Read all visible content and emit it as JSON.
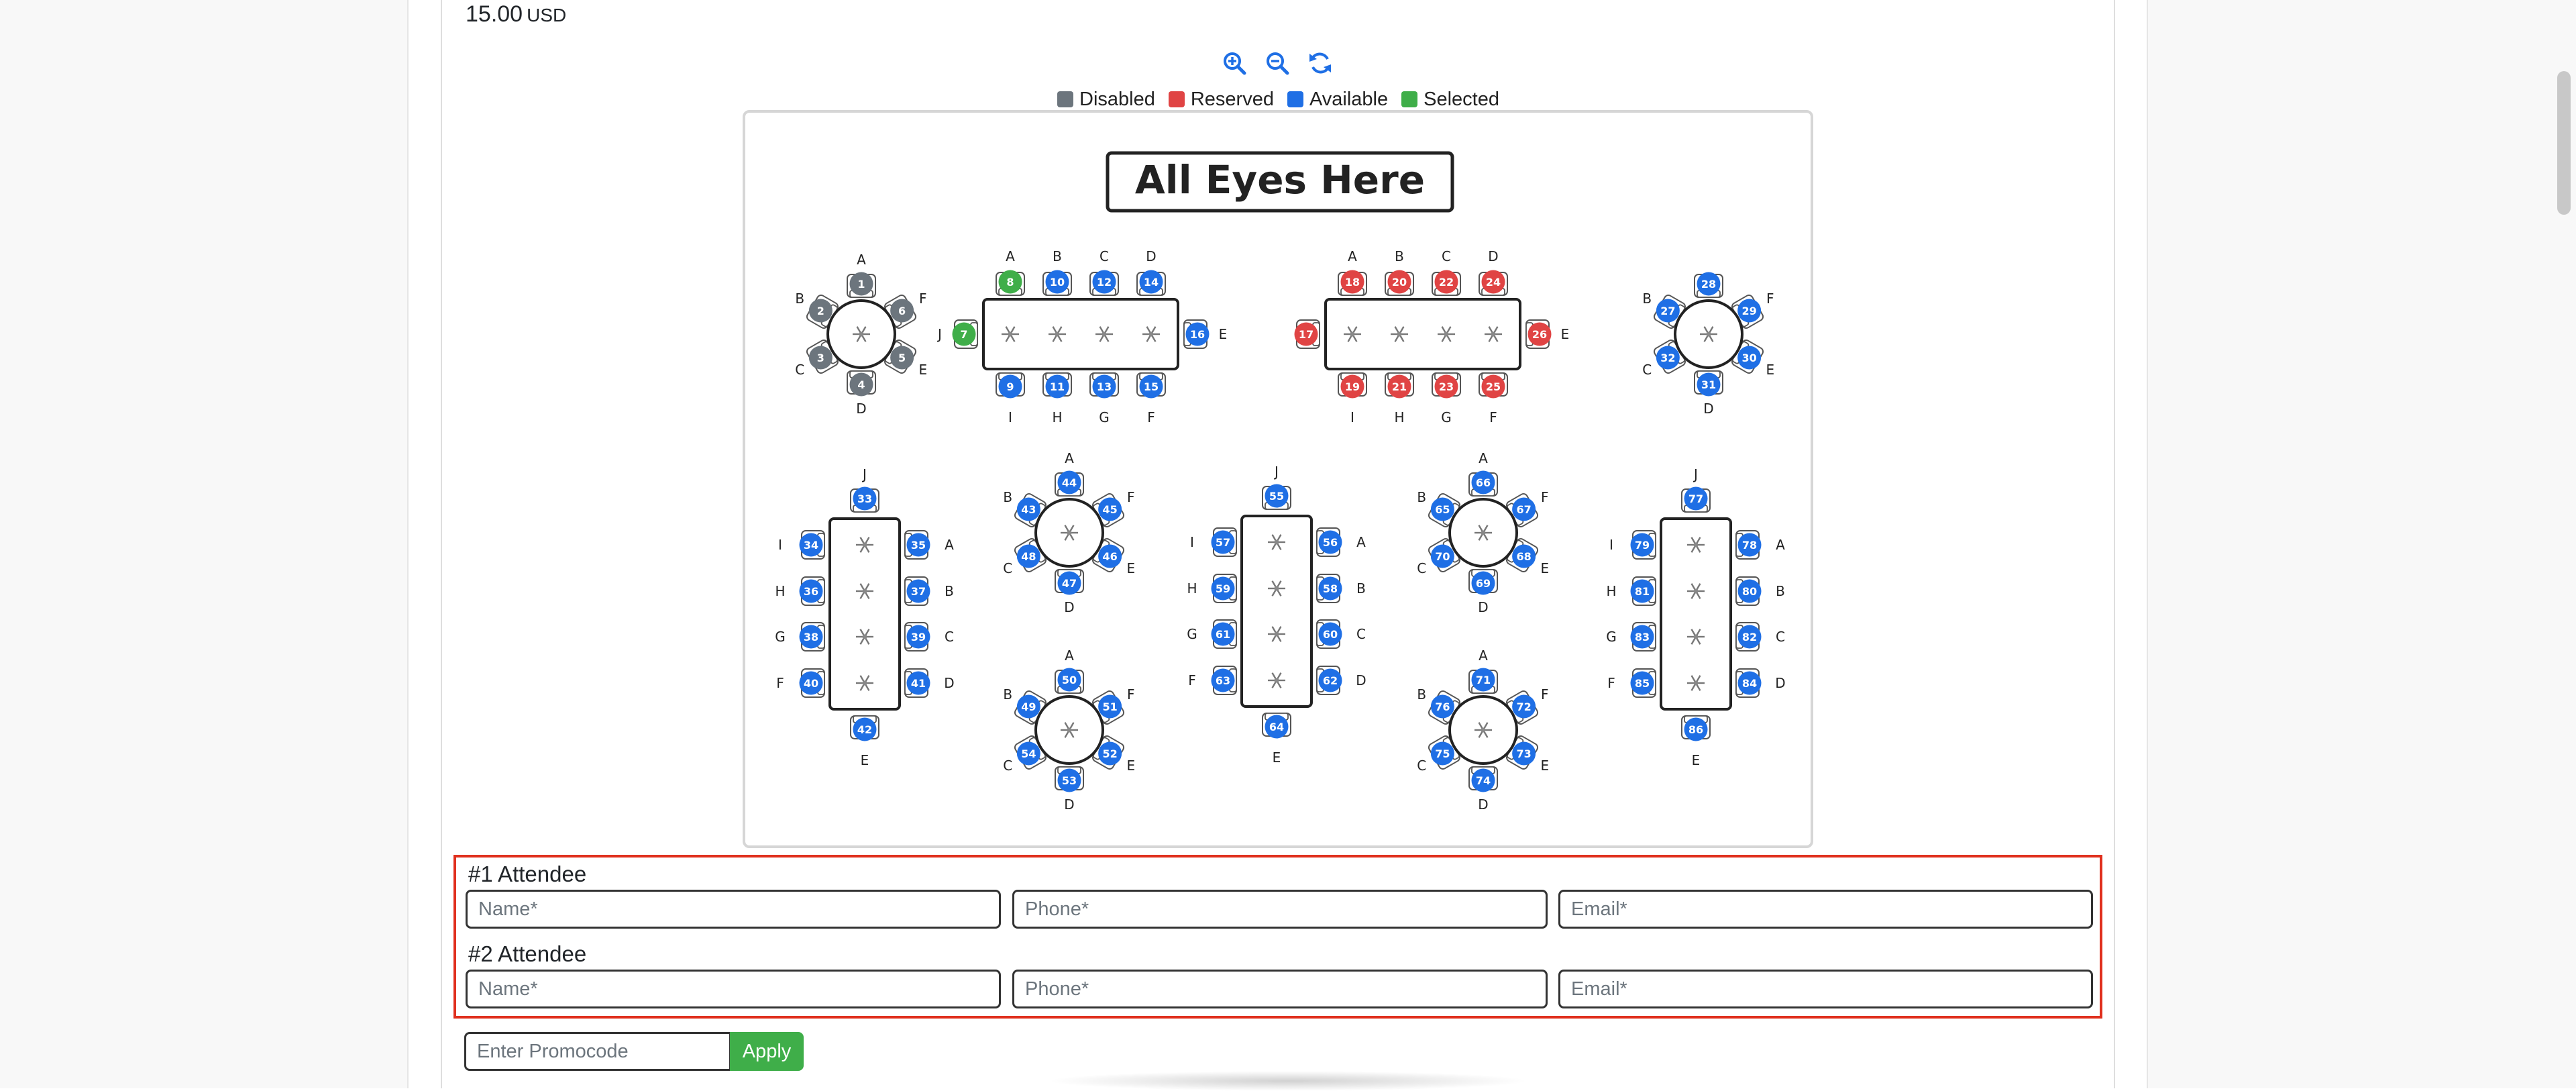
{
  "price": {
    "amount": "15.00",
    "currency": "USD"
  },
  "legend": [
    {
      "label": "Disabled",
      "color": "#6c757d"
    },
    {
      "label": "Reserved",
      "color": "#e04444"
    },
    {
      "label": "Available",
      "color": "#1f6fe5"
    },
    {
      "label": "Selected",
      "color": "#3fae49"
    }
  ],
  "map": {
    "title": "All Eyes Here",
    "tables": [
      {
        "shape": "round",
        "seats": [
          {
            "n": "1",
            "letter": "A",
            "status": "disabled"
          },
          {
            "n": "6",
            "letter": "F",
            "status": "disabled"
          },
          {
            "n": "5",
            "letter": "E",
            "status": "disabled"
          },
          {
            "n": "4",
            "letter": "D",
            "status": "disabled"
          },
          {
            "n": "3",
            "letter": "C",
            "status": "disabled"
          },
          {
            "n": "2",
            "letter": "B",
            "status": "disabled"
          }
        ]
      },
      {
        "shape": "rect-h",
        "seats": [
          {
            "n": "8",
            "letter": "A",
            "status": "selected"
          },
          {
            "n": "10",
            "letter": "B",
            "status": "available"
          },
          {
            "n": "12",
            "letter": "C",
            "status": "available"
          },
          {
            "n": "14",
            "letter": "D",
            "status": "available"
          },
          {
            "n": "9",
            "letter": "I",
            "status": "available"
          },
          {
            "n": "11",
            "letter": "H",
            "status": "available"
          },
          {
            "n": "13",
            "letter": "G",
            "status": "available"
          },
          {
            "n": "15",
            "letter": "F",
            "status": "available"
          },
          {
            "n": "7",
            "letter": "J",
            "status": "selected"
          },
          {
            "n": "16",
            "letter": "E",
            "status": "available"
          }
        ]
      },
      {
        "shape": "rect-h",
        "seats": [
          {
            "n": "18",
            "letter": "A",
            "status": "reserved"
          },
          {
            "n": "20",
            "letter": "B",
            "status": "reserved"
          },
          {
            "n": "22",
            "letter": "C",
            "status": "reserved"
          },
          {
            "n": "24",
            "letter": "D",
            "status": "reserved"
          },
          {
            "n": "19",
            "letter": "I",
            "status": "reserved"
          },
          {
            "n": "21",
            "letter": "H",
            "status": "reserved"
          },
          {
            "n": "23",
            "letter": "G",
            "status": "reserved"
          },
          {
            "n": "25",
            "letter": "F",
            "status": "reserved"
          },
          {
            "n": "17",
            "letter": "",
            "status": "reserved"
          },
          {
            "n": "26",
            "letter": "E",
            "status": "reserved"
          }
        ]
      },
      {
        "shape": "round",
        "seats": [
          {
            "n": "28",
            "letter": "",
            "status": "available"
          },
          {
            "n": "29",
            "letter": "F",
            "status": "available"
          },
          {
            "n": "30",
            "letter": "E",
            "status": "available"
          },
          {
            "n": "31",
            "letter": "D",
            "status": "available"
          },
          {
            "n": "32",
            "letter": "C",
            "status": "available"
          },
          {
            "n": "27",
            "letter": "B",
            "status": "available"
          }
        ]
      },
      {
        "shape": "rect-v",
        "seats": [
          {
            "n": "33",
            "letter": "J",
            "status": "available"
          },
          {
            "n": "42",
            "letter": "E",
            "status": "available"
          },
          {
            "n": "34",
            "letter": "I",
            "status": "available"
          },
          {
            "n": "36",
            "letter": "H",
            "status": "available"
          },
          {
            "n": "38",
            "letter": "G",
            "status": "available"
          },
          {
            "n": "40",
            "letter": "F",
            "status": "available"
          },
          {
            "n": "35",
            "letter": "A",
            "status": "available"
          },
          {
            "n": "37",
            "letter": "B",
            "status": "available"
          },
          {
            "n": "39",
            "letter": "C",
            "status": "available"
          },
          {
            "n": "41",
            "letter": "D",
            "status": "available"
          }
        ]
      },
      {
        "shape": "round",
        "seats": [
          {
            "n": "44",
            "letter": "A",
            "status": "available"
          },
          {
            "n": "45",
            "letter": "F",
            "status": "available"
          },
          {
            "n": "46",
            "letter": "E",
            "status": "available"
          },
          {
            "n": "47",
            "letter": "D",
            "status": "available"
          },
          {
            "n": "48",
            "letter": "C",
            "status": "available"
          },
          {
            "n": "43",
            "letter": "B",
            "status": "available"
          }
        ]
      },
      {
        "shape": "round",
        "seats": [
          {
            "n": "50",
            "letter": "A",
            "status": "available"
          },
          {
            "n": "51",
            "letter": "F",
            "status": "available"
          },
          {
            "n": "52",
            "letter": "E",
            "status": "available"
          },
          {
            "n": "53",
            "letter": "D",
            "status": "available"
          },
          {
            "n": "54",
            "letter": "C",
            "status": "available"
          },
          {
            "n": "49",
            "letter": "B",
            "status": "available"
          }
        ]
      },
      {
        "shape": "rect-v",
        "seats": [
          {
            "n": "55",
            "letter": "J",
            "status": "available"
          },
          {
            "n": "64",
            "letter": "E",
            "status": "available"
          },
          {
            "n": "57",
            "letter": "I",
            "status": "available"
          },
          {
            "n": "59",
            "letter": "H",
            "status": "available"
          },
          {
            "n": "61",
            "letter": "G",
            "status": "available"
          },
          {
            "n": "63",
            "letter": "F",
            "status": "available"
          },
          {
            "n": "56",
            "letter": "A",
            "status": "available"
          },
          {
            "n": "58",
            "letter": "B",
            "status": "available"
          },
          {
            "n": "60",
            "letter": "C",
            "status": "available"
          },
          {
            "n": "62",
            "letter": "D",
            "status": "available"
          }
        ]
      },
      {
        "shape": "round",
        "seats": [
          {
            "n": "66",
            "letter": "A",
            "status": "available"
          },
          {
            "n": "67",
            "letter": "F",
            "status": "available"
          },
          {
            "n": "68",
            "letter": "E",
            "status": "available"
          },
          {
            "n": "69",
            "letter": "D",
            "status": "available"
          },
          {
            "n": "70",
            "letter": "C",
            "status": "available"
          },
          {
            "n": "65",
            "letter": "B",
            "status": "available"
          }
        ]
      },
      {
        "shape": "round",
        "seats": [
          {
            "n": "71",
            "letter": "A",
            "status": "available"
          },
          {
            "n": "72",
            "letter": "F",
            "status": "available"
          },
          {
            "n": "73",
            "letter": "E",
            "status": "available"
          },
          {
            "n": "74",
            "letter": "D",
            "status": "available"
          },
          {
            "n": "75",
            "letter": "C",
            "status": "available"
          },
          {
            "n": "76",
            "letter": "B",
            "status": "available"
          }
        ]
      },
      {
        "shape": "rect-v",
        "seats": [
          {
            "n": "77",
            "letter": "J",
            "status": "available"
          },
          {
            "n": "86",
            "letter": "E",
            "status": "available"
          },
          {
            "n": "79",
            "letter": "I",
            "status": "available"
          },
          {
            "n": "81",
            "letter": "H",
            "status": "available"
          },
          {
            "n": "83",
            "letter": "G",
            "status": "available"
          },
          {
            "n": "85",
            "letter": "F",
            "status": "available"
          },
          {
            "n": "78",
            "letter": "A",
            "status": "available"
          },
          {
            "n": "80",
            "letter": "B",
            "status": "available"
          },
          {
            "n": "82",
            "letter": "C",
            "status": "available"
          },
          {
            "n": "84",
            "letter": "D",
            "status": "available"
          }
        ]
      }
    ]
  },
  "attendees": [
    {
      "title": "#1 Attendee",
      "name_placeholder": "Name*",
      "phone_placeholder": "Phone*",
      "email_placeholder": "Email*"
    },
    {
      "title": "#2 Attendee",
      "name_placeholder": "Name*",
      "phone_placeholder": "Phone*",
      "email_placeholder": "Email*"
    }
  ],
  "promo": {
    "placeholder": "Enter Promocode",
    "apply_label": "Apply"
  }
}
